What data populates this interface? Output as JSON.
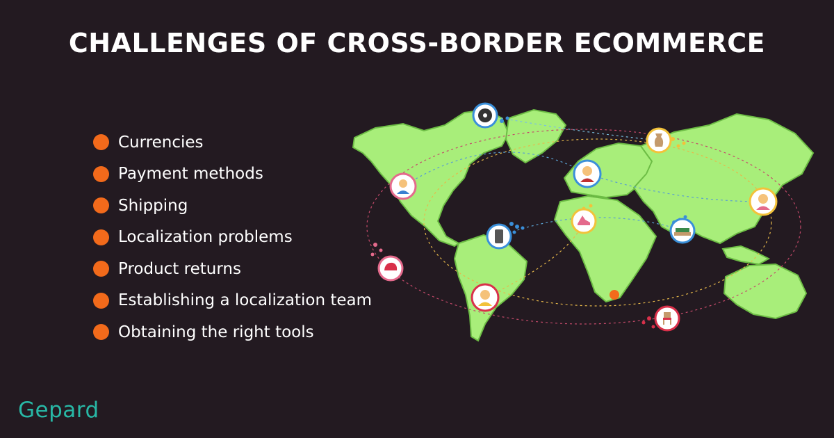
{
  "title": "CHALLENGES OF CROSS-BORDER ECOMMERCE",
  "challenges": [
    "Currencies",
    "Payment methods",
    "Shipping",
    "Localization problems",
    "Product returns",
    "Establishing a localization team",
    "Obtaining the right tools"
  ],
  "logo": "Gepard",
  "colors": {
    "background": "#231a21",
    "bullet": "#f26a1b",
    "land": "#a8ee7a",
    "logo": "#28b8a6"
  },
  "map_icons": [
    "disc-icon",
    "person-icon",
    "vase-icon",
    "person-icon",
    "smartphone-icon",
    "high-heel-icon",
    "sofa-icon",
    "person-icon",
    "cap-icon",
    "person-icon",
    "chair-icon"
  ]
}
